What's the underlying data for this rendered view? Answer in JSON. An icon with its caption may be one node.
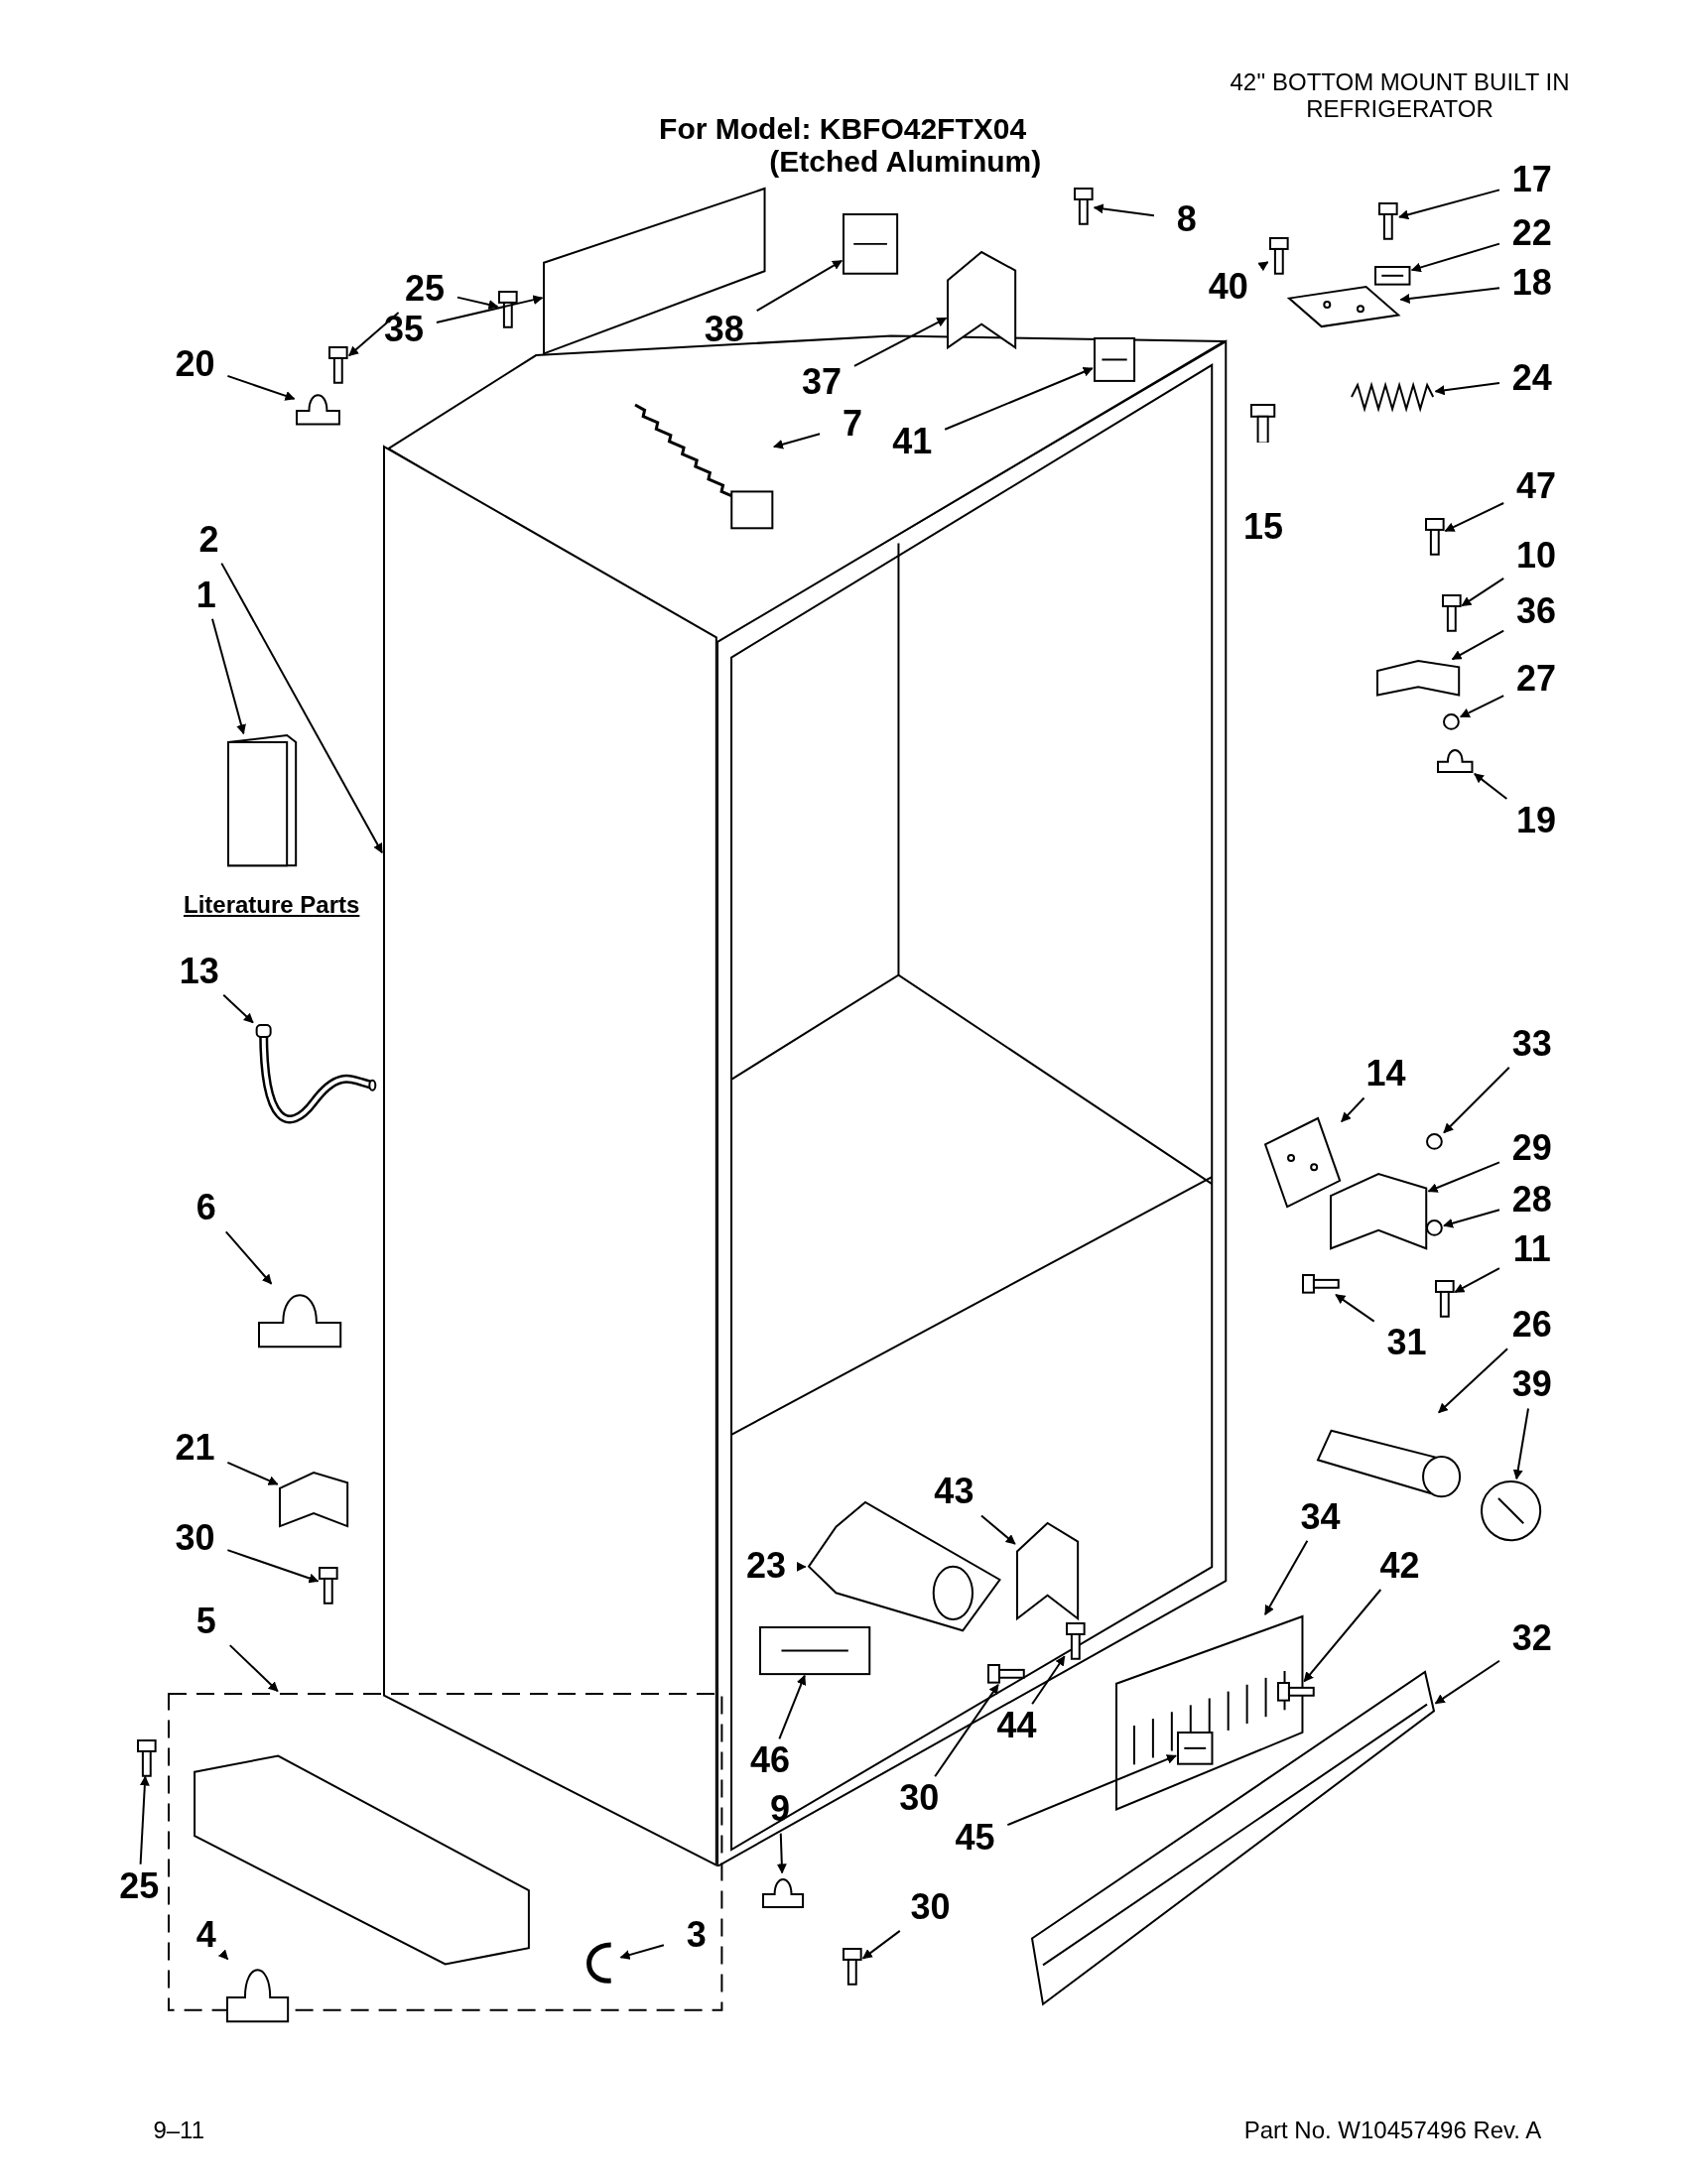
{
  "diagram": {
    "nodes": [
      {
        "text": [
          "25"
        ]
      },
      {
        "text": [],
        "shape": "picture"
      },
      {
        "text": [],
        "shape": "picture"
      },
      {
        "text": [
          "35"
        ]
      },
      {
        "text": [],
        "shape": "box"
      },
      {
        "text": [
          "20"
        ]
      },
      {
        "text": [],
        "shape": "picture"
      },
      {
        "text": [
          "38"
        ]
      },
      {
        "text": [],
        "shape": "picture"
      },
      {
        "text": [
          "37"
        ]
      },
      {
        "text": [],
        "shape": "picture"
      },
      {
        "text": [
          "41"
        ]
      },
      {
        "text": [],
        "shape": "picture"
      },
      {
        "text": [
          "7"
        ]
      },
      {
        "text": [],
        "shape": "picture"
      },
      {
        "text": [
          "8"
        ]
      },
      {
        "text": [],
        "shape": "picture"
      },
      {
        "text": [
          "40"
        ]
      },
      {
        "text": [],
        "shape": "picture"
      },
      {
        "text": [
          "17"
        ]
      },
      {
        "text": [],
        "shape": "picture"
      },
      {
        "text": [
          "22"
        ]
      },
      {
        "text": [],
        "shape": "picture"
      },
      {
        "text": [
          "18"
        ]
      },
      {
        "text": [],
        "shape": "picture"
      },
      {
        "text": [
          "24"
        ]
      },
      {
        "text": [],
        "shape": "picture"
      },
      {
        "text": [
          "47"
        ]
      },
      {
        "text": [],
        "shape": "picture"
      },
      {
        "text": [
          "10"
        ]
      },
      {
        "text": [],
        "shape": "picture"
      },
      {
        "text": [
          "36"
        ]
      },
      {
        "text": [],
        "shape": "picture"
      },
      {
        "text": [
          "27"
        ]
      },
      {
        "text": [],
        "shape": "circle"
      },
      {
        "text": [
          "19"
        ]
      },
      {
        "text": [],
        "shape": "picture"
      },
      {
        "text": [
          "2"
        ]
      },
      {
        "text": [],
        "shape": "box"
      },
      {
        "text": [
          "1"
        ]
      },
      {
        "text": [],
        "shape": "picture"
      },
      {
        "text": [
          "13"
        ]
      },
      {
        "text": [],
        "shape": "picture"
      },
      {
        "text": [
          "6"
        ]
      },
      {
        "text": [],
        "shape": "picture"
      },
      {
        "text": [
          "21"
        ]
      },
      {
        "text": [],
        "shape": "picture"
      },
      {
        "text": [
          "30"
        ]
      },
      {
        "text": [],
        "shape": "picture"
      },
      {
        "text": [
          "5"
        ]
      },
      {
        "text": [],
        "shape": "box"
      },
      {
        "text": [
          "4"
        ],
        "in": 50
      },
      {
        "text": [],
        "shape": "picture",
        "in": 50
      },
      {
        "text": [
          "3"
        ],
        "in": 50
      },
      {
        "text": [],
        "shape": "picture",
        "in": 50
      },
      {
        "text": [
          "25"
        ]
      },
      {
        "text": [],
        "shape": "picture"
      },
      {
        "text": [
          "9"
        ]
      },
      {
        "text": [],
        "shape": "picture"
      },
      {
        "text": [
          "30"
        ]
      },
      {
        "text": [],
        "shape": "picture"
      },
      {
        "text": [
          "14"
        ]
      },
      {
        "text": [],
        "shape": "picture"
      },
      {
        "text": [
          "33"
        ]
      },
      {
        "text": [],
        "shape": "circle"
      },
      {
        "text": [
          "29"
        ]
      },
      {
        "text": [],
        "shape": "picture"
      },
      {
        "text": [
          "28"
        ]
      },
      {
        "text": [],
        "shape": "circle"
      },
      {
        "text": [
          "11"
        ]
      },
      {
        "text": [],
        "shape": "picture"
      },
      {
        "text": [
          "31"
        ]
      },
      {
        "text": [],
        "shape": "picture"
      },
      {
        "text": [
          "26"
        ]
      },
      {
        "text": [],
        "shape": "picture"
      },
      {
        "text": [
          "39"
        ]
      },
      {
        "text": [],
        "shape": "picture"
      },
      {
        "text": [
          "34"
        ]
      },
      {
        "text": [],
        "shape": "picture"
      },
      {
        "text": [
          "45"
        ]
      },
      {
        "text": [],
        "shape": "picture",
        "in": 78
      },
      {
        "text": [
          "42"
        ]
      },
      {
        "text": [],
        "shape": "picture"
      },
      {
        "text": [
          "32"
        ]
      },
      {
        "text": [],
        "shape": "picture"
      },
      {
        "text": [
          "43"
        ]
      },
      {
        "text": [],
        "shape": "picture"
      },
      {
        "text": [
          "23"
        ]
      },
      {
        "text": [],
        "shape": "picture"
      },
      {
        "text": [
          "44"
        ]
      },
      {
        "text": [],
        "shape": "picture"
      },
      {
        "text": [
          "30"
        ]
      },
      {
        "text": [],
        "shape": "picture"
      },
      {
        "text": [
          "46"
        ]
      },
      {
        "text": [],
        "shape": "picture"
      }
    ],
    "edges": [
      {
        "from": 0,
        "to": 1,
        "arrow": "to"
      },
      {
        "from": 0,
        "to": 2,
        "arrow": "to"
      },
      {
        "from": 3,
        "to": 4,
        "arrow": "to"
      },
      {
        "from": 5,
        "to": 6,
        "arrow": "to"
      },
      {
        "from": 7,
        "to": 8,
        "arrow": "to"
      },
      {
        "from": 9,
        "to": 10,
        "arrow": "to"
      },
      {
        "from": 11,
        "to": 12,
        "arrow": "to"
      },
      {
        "from": 13,
        "to": 14,
        "arrow": "to"
      },
      {
        "from": 15,
        "to": 16,
        "arrow": "to"
      },
      {
        "from": 17,
        "to": 18,
        "arrow": "to"
      },
      {
        "from": 19,
        "to": 20,
        "arrow": "to"
      },
      {
        "from": 21,
        "to": 22,
        "arrow": "to"
      },
      {
        "from": 23,
        "to": 24,
        "arrow": "to"
      },
      {
        "from": 25,
        "to": 26,
        "arrow": "to"
      },
      {
        "from": 27,
        "to": 28,
        "arrow": "to"
      },
      {
        "from": 29,
        "to": 30,
        "arrow": "to"
      },
      {
        "from": 31,
        "to": 32,
        "arrow": "to"
      },
      {
        "from": 33,
        "to": 34,
        "arrow": "to"
      },
      {
        "from": 35,
        "to": 36,
        "arrow": "to"
      },
      {
        "from": 37,
        "to": 38,
        "arrow": "to"
      },
      {
        "from": 39,
        "to": 40,
        "arrow": "to"
      },
      {
        "from": 41,
        "to": 42,
        "arrow": "to"
      },
      {
        "from": 43,
        "to": 44,
        "arrow": "to"
      },
      {
        "from": 45,
        "to": 46,
        "arrow": "to"
      },
      {
        "from": 47,
        "to": 48,
        "arrow": "to"
      },
      {
        "from": 49,
        "to": 50,
        "arrow": "to"
      },
      {
        "from": 51,
        "to": 52,
        "arrow": "to"
      },
      {
        "from": 53,
        "to": 54,
        "arrow": "to"
      },
      {
        "from": 55,
        "to": 56,
        "arrow": "to"
      },
      {
        "from": 57,
        "to": 58,
        "arrow": "to"
      },
      {
        "from": 59,
        "to": 60,
        "arrow": "to"
      },
      {
        "from": 61,
        "to": 62,
        "arrow": "to"
      },
      {
        "from": 63,
        "to": 64,
        "arrow": "to"
      },
      {
        "from": 65,
        "to": 66,
        "arrow": "to"
      },
      {
        "from": 67,
        "to": 68,
        "arrow": "to"
      },
      {
        "from": 69,
        "to": 70,
        "arrow": "to"
      },
      {
        "from": 71,
        "to": 72,
        "arrow": "to"
      },
      {
        "from": 73,
        "to": 74,
        "arrow": "to"
      },
      {
        "from": 75,
        "to": 76,
        "arrow": "to"
      },
      {
        "from": 77,
        "to": 78,
        "arrow": "to"
      },
      {
        "from": 79,
        "to": 80,
        "arrow": "to"
      },
      {
        "from": 81,
        "to": 82,
        "arrow": "to"
      },
      {
        "from": 83,
        "to": 84,
        "arrow": "to"
      },
      {
        "from": 85,
        "to": 86,
        "arrow": "to"
      },
      {
        "from": 87,
        "to": 88,
        "arrow": "to"
      },
      {
        "from": 89,
        "to": 90,
        "arrow": "to"
      },
      {
        "from": 91,
        "to": 92,
        "arrow": "to"
      },
      {
        "from": 93,
        "to": 94,
        "arrow": "to"
      }
    ],
    "labels": [
      "42'' BOTTOM MOUNT BUILT IN REFRIGERATOR",
      "For Model: KBFO42FTX04",
      "(Etched Aluminum)",
      "15",
      "Literature Parts",
      "9–11",
      "Part No. W10457496 Rev. A"
    ]
  }
}
